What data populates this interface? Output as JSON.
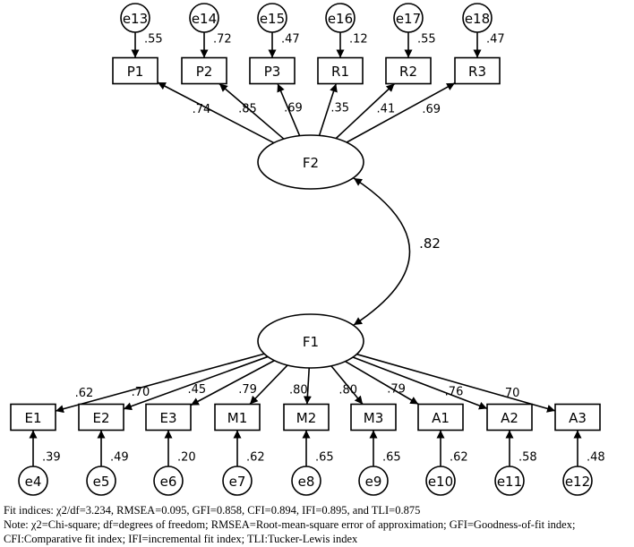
{
  "diagram": {
    "factors": [
      {
        "id": "F2",
        "label": "F2"
      },
      {
        "id": "F1",
        "label": "F1"
      }
    ],
    "correlation": {
      "from": "F1",
      "to": "F2",
      "value": ".82"
    },
    "top_items": [
      {
        "item": "P1",
        "error": "e13",
        "loading": ".74",
        "error_value": ".55"
      },
      {
        "item": "P2",
        "error": "e14",
        "loading": ".85",
        "error_value": ".72"
      },
      {
        "item": "P3",
        "error": "e15",
        "loading": ".69",
        "error_value": ".47"
      },
      {
        "item": "R1",
        "error": "e16",
        "loading": ".35",
        "error_value": ".12"
      },
      {
        "item": "R2",
        "error": "e17",
        "loading": ".41",
        "error_value": ".55"
      },
      {
        "item": "R3",
        "error": "e18",
        "loading": ".69",
        "error_value": ".47"
      }
    ],
    "bottom_items": [
      {
        "item": "E1",
        "error": "e4",
        "loading": ".62",
        "error_value": ".39"
      },
      {
        "item": "E2",
        "error": "e5",
        "loading": ".70",
        "error_value": ".49"
      },
      {
        "item": "E3",
        "error": "e6",
        "loading": ".45",
        "error_value": ".20"
      },
      {
        "item": "M1",
        "error": "e7",
        "loading": ".79",
        "error_value": ".62"
      },
      {
        "item": "M2",
        "error": "e8",
        "loading": ".80",
        "error_value": ".65"
      },
      {
        "item": "M3",
        "error": "e9",
        "loading": ".80",
        "error_value": ".65"
      },
      {
        "item": "A1",
        "error": "e10",
        "loading": ".79",
        "error_value": ".62"
      },
      {
        "item": "A2",
        "error": "e11",
        "loading": ".76",
        "error_value": ".58"
      },
      {
        "item": "A3",
        "error": "e12",
        "loading": ".70",
        "error_value": ".48"
      }
    ]
  },
  "notes": {
    "fit": "Fit indices: χ2/df=3.234, RMSEA=0.095, GFI=0.858, CFI=0.894, IFI=0.895, and TLI=0.875",
    "note1": "Note:  χ2=Chi-square; df=degrees of freedom; RMSEA=Root-mean-square error of approximation; GFI=Goodness-of-fit index;",
    "note2": "CFI:Comparative fit index; IFI=incremental fit index; TLI:Tucker-Lewis index"
  }
}
